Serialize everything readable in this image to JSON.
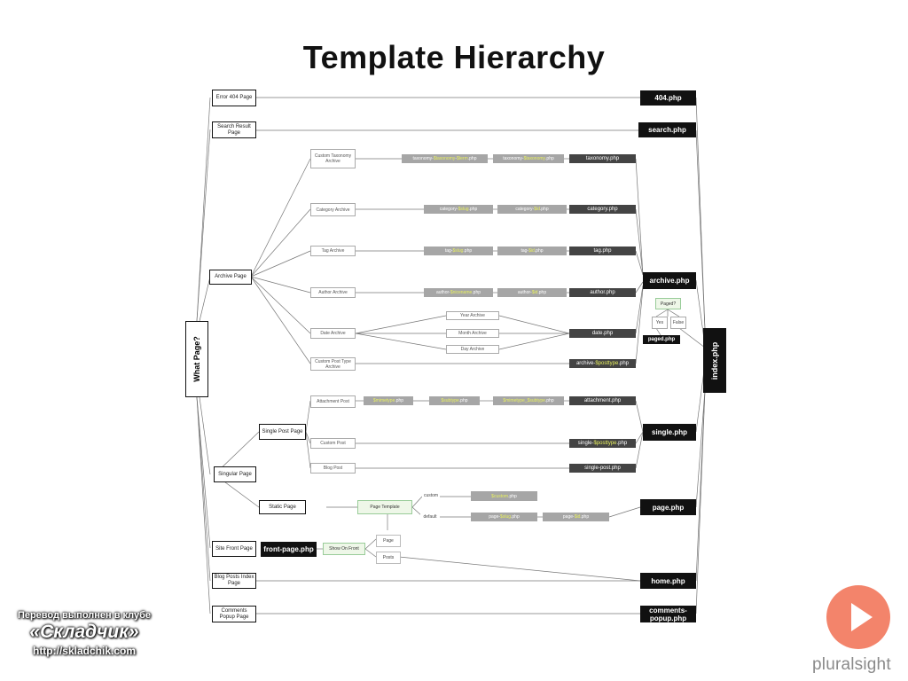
{
  "title": "Template Hierarchy",
  "root": "What Page?",
  "index": "index.php",
  "questions": {
    "error404": "Error 404 Page",
    "search": "Search Result Page",
    "archive": "Archive Page",
    "singular": "Singular Page",
    "single_post": "Single Post Page",
    "static_page": "Static Page",
    "site_front": "Site Front Page",
    "blog_posts": "Blog Posts Index Page",
    "comments": "Comments Popup Page"
  },
  "archive_types": {
    "taxonomy": "Custom Taxonomy Archive",
    "category": "Category Archive",
    "tag": "Tag Archive",
    "author": "Author Archive",
    "date": "Date Archive",
    "posttype": "Custom Post Type Archive"
  },
  "date_types": {
    "year": "Year Archive",
    "month": "Month Archive",
    "day": "Day Archive"
  },
  "single_types": {
    "attachment": "Attachment Post",
    "custom": "Custom Post",
    "blog": "Blog Post"
  },
  "gray_templates": {
    "taxonomy_term": [
      "taxonomy-",
      "$taxonomy",
      "-",
      "$term",
      ".php"
    ],
    "taxonomy": [
      "taxonomy-",
      "$taxonomy",
      ".php"
    ],
    "category_slug": [
      "category-",
      "$slug",
      ".php"
    ],
    "category_id": [
      "category-",
      "$id",
      ".php"
    ],
    "tag_slug": [
      "tag-",
      "$slug",
      ".php"
    ],
    "tag_id": [
      "tag-",
      "$id",
      ".php"
    ],
    "author_nicename": [
      "author-",
      "$nicename",
      ".php"
    ],
    "author_id": [
      "author-",
      "$id",
      ".php"
    ],
    "mimetype": [
      "",
      "$mimetype",
      ".php"
    ],
    "subtype": [
      "",
      "$subtype",
      ".php"
    ],
    "mime_sub": [
      "",
      "$mimetype_$subtype",
      ".php"
    ],
    "custom": [
      "",
      "$custom",
      ".php"
    ],
    "page_slug": [
      "page-",
      "$slug",
      ".php"
    ],
    "page_id": [
      "page-",
      "$id",
      ".php"
    ]
  },
  "dark_templates": {
    "taxonomy": "taxonomy.php",
    "category": "category.php",
    "tag": "tag.php",
    "author": "author.php",
    "date": "date.php",
    "posttype": [
      "archive-",
      "$posttype",
      ".php"
    ],
    "attachment": "attachment.php",
    "single_posttype": [
      "single-",
      "$posttype",
      ".php"
    ],
    "single_post": "single-post.php"
  },
  "black_templates": {
    "p404": "404.php",
    "search": "search.php",
    "archive": "archive.php",
    "single": "single.php",
    "page": "page.php",
    "front_page": "front-page.php",
    "home": "home.php",
    "comments": "comments-popup.php",
    "paged": "paged.php"
  },
  "green": {
    "page_template": "Page Template",
    "paged": "Paged?",
    "show_on_front": "Show On Front"
  },
  "small": {
    "default": "default",
    "custom": "custom",
    "yes": "Yes",
    "no": "False",
    "page": "Page",
    "posts": "Posts"
  },
  "colors": {
    "accent": "#111111",
    "gray": "#a6a6a6",
    "dark": "#444444",
    "highlight": "#e8f060",
    "logo": "#f26f52"
  },
  "watermark": {
    "line1": "Перевод выполнен в клубе",
    "line2": "«Складчик»",
    "line3": "http://skladchik.com"
  },
  "brand": "pluralsight"
}
